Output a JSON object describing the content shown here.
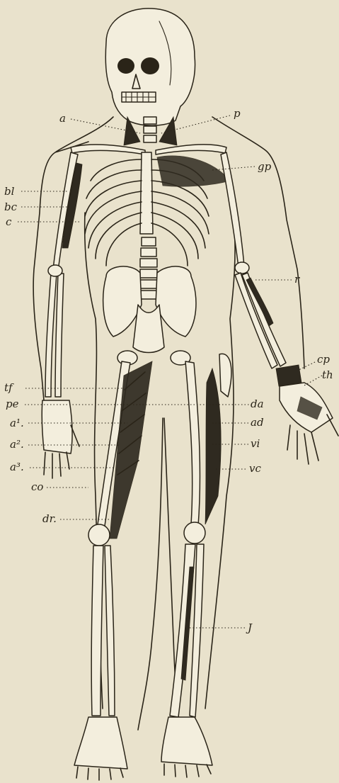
{
  "figure": {
    "labels": {
      "a": "a",
      "p": "p",
      "gp": "gp",
      "bl": "bl",
      "bc": "bc",
      "c": "c",
      "r": "r",
      "cp": "cp",
      "th": "th",
      "tf": "tf",
      "pe": "pe",
      "a1": "a¹.",
      "a2": "a².",
      "a3": "a³.",
      "da": "da",
      "ad": "ad",
      "vi": "vi",
      "vc": "vc",
      "co": "co",
      "dr": "dr.",
      "J": "J"
    }
  }
}
